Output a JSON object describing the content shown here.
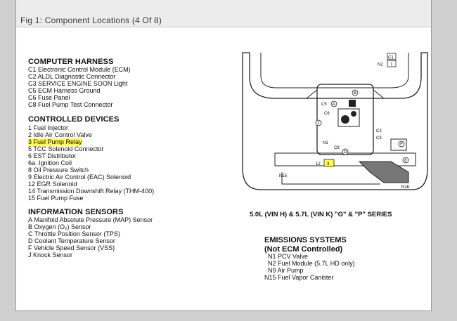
{
  "title": "Fig 1: Component Locations (4 Of 8)",
  "sections": [
    {
      "heading": "COMPUTER HARNESS",
      "items": [
        {
          "code": "C1",
          "label": "Electronic Control Module (ECM)"
        },
        {
          "code": "C2",
          "label": "ALDL Diagnostic Connector"
        },
        {
          "code": "C3",
          "label": "SERVICE ENGINE SOON Light"
        },
        {
          "code": "C5",
          "label": "ECM Harness Ground"
        },
        {
          "code": "C6",
          "label": "Fuse Panel"
        },
        {
          "code": "C8",
          "label": "Fuel Pump Test Connector"
        }
      ]
    },
    {
      "heading": "CONTROLLED DEVICES",
      "items": [
        {
          "code": "1",
          "label": "Fuel Injector"
        },
        {
          "code": "2",
          "label": "Idle Air Control Valve"
        },
        {
          "code": "3",
          "label": "Fuel Pump Relay",
          "highlighted": true
        },
        {
          "code": "5",
          "label": "TCC Solenoid Connector"
        },
        {
          "code": "6",
          "label": "EST Distributor"
        },
        {
          "code": "6a.",
          "label": "Ignition Coil"
        },
        {
          "code": "8",
          "label": "Oil Pressure Switch"
        },
        {
          "code": "9",
          "label": "Electric Air Control (EAC) Solenoid"
        },
        {
          "code": "12",
          "label": "EGR Solenoid"
        },
        {
          "code": "14",
          "label": "Transmission Downshift Relay (THM-400)"
        },
        {
          "code": "15",
          "label": "Fuel Pump Fuse"
        }
      ]
    },
    {
      "heading": "INFORMATION SENSORS",
      "items": [
        {
          "code": "A",
          "label": "Manifold Absolute Pressure (MAP) Sensor"
        },
        {
          "code": "B",
          "label": "Oxygen (O₂) Sensor"
        },
        {
          "code": "C",
          "label": "Throttle Position Sensor (TPS)"
        },
        {
          "code": "D",
          "label": "Coolant Temperature Sensor"
        },
        {
          "code": "F",
          "label": "Vehicle Speed Sensor (VSS)"
        },
        {
          "code": "J",
          "label": "Knock Sensor"
        }
      ]
    }
  ],
  "diagram": {
    "caption": "5.0L (VIN H) & 5.7L (VIN K) \"G\" & \"P\" SERIES",
    "labels": [
      "C1",
      "N2",
      "7",
      "C5",
      "A",
      "B",
      "C6",
      "C2",
      "C3",
      "J",
      "N1",
      "C8",
      "D",
      "F",
      "N15",
      "12",
      "3",
      "N16",
      "8"
    ]
  },
  "emissions": {
    "title_line1": "EMISSIONS SYSTEMS",
    "title_line2": "(Not ECM Controlled)",
    "items": [
      {
        "code": "N1",
        "label": "PCV Valve"
      },
      {
        "code": "N2",
        "label": "Fuel Module (5.7L HD only)"
      },
      {
        "code": "N9",
        "label": "Air Pump"
      },
      {
        "code": "N15",
        "label": "Fuel Vapor Canister"
      }
    ]
  },
  "colors": {
    "highlight": "#fff94a",
    "frame": "#cfcfcf",
    "titlebar": "#ececec"
  }
}
